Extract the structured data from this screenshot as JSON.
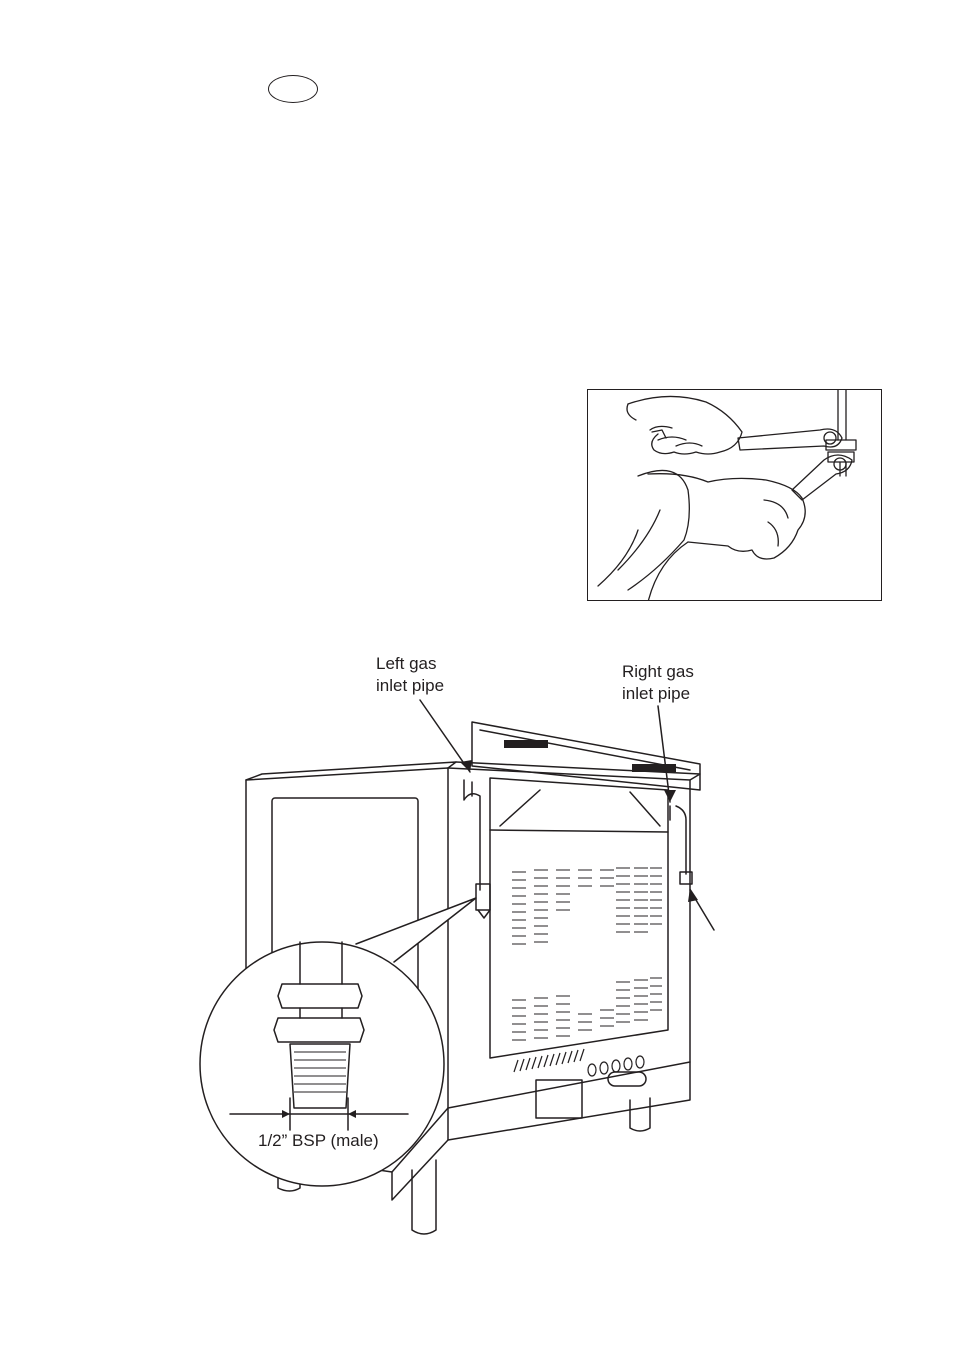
{
  "labels": {
    "left_gas_inlet": [
      "Left gas",
      "inlet pipe"
    ],
    "right_gas_inlet": [
      "Right gas",
      "inlet pipe"
    ],
    "thread_spec": "1/2” BSP (male)"
  }
}
